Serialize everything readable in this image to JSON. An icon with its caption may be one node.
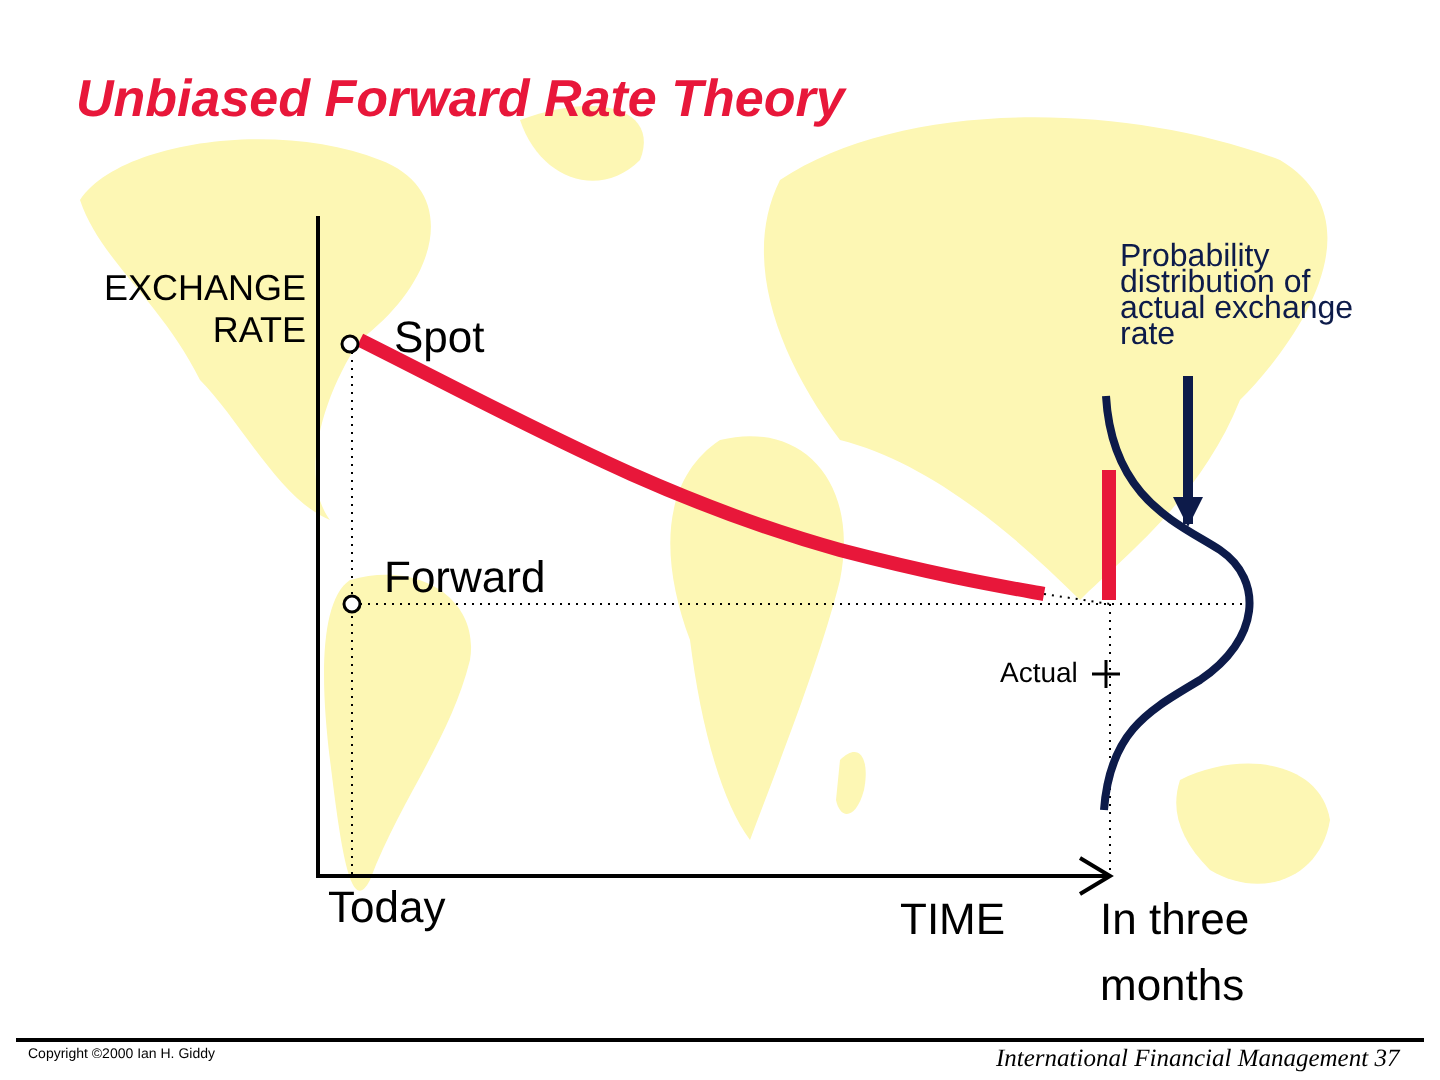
{
  "diagram": {
    "title": "Unbiased Forward Rate Theory",
    "nodes": [
      {
        "text": [
          "Probability distribution of actual exchange rate"
        ]
      },
      {
        "text": [],
        "shape": "curve"
      }
    ],
    "edges": [
      {
        "from": 0,
        "to": 1,
        "arrow": "to"
      }
    ],
    "labels": [
      "EXCHANGE RATE",
      "Spot",
      "Forward",
      "Actual",
      "Today",
      "TIME",
      "In three months",
      "Copyright ©2000 Ian H. Giddy",
      "International Financial Management 37"
    ]
  }
}
